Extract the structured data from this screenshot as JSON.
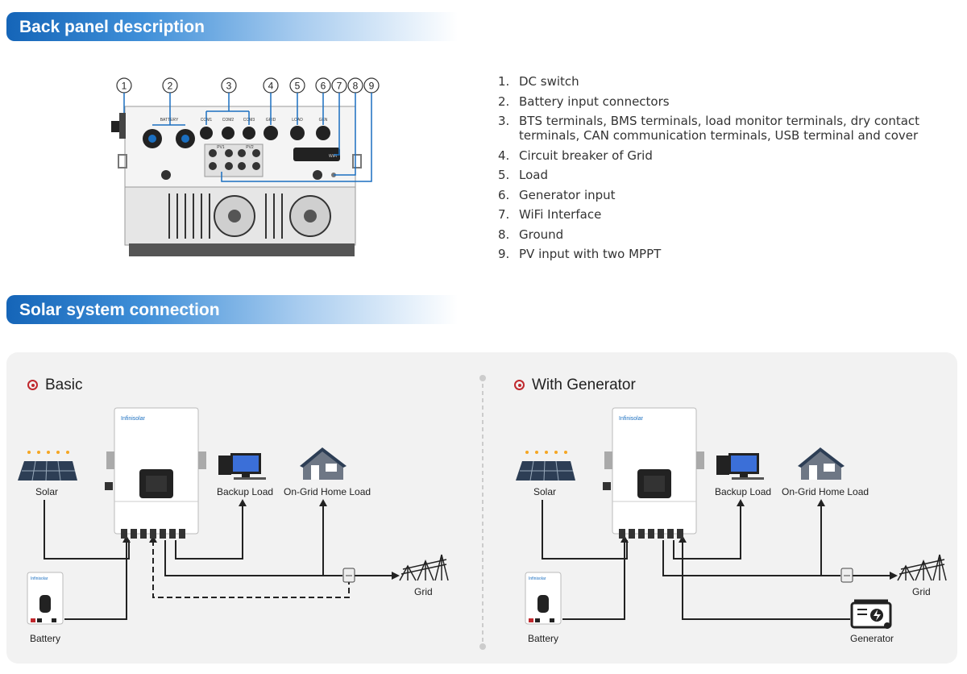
{
  "headers": {
    "back_panel": "Back panel description",
    "solar_connection": "Solar system connection"
  },
  "back_panel": {
    "callouts": [
      "1",
      "2",
      "3",
      "4",
      "5",
      "6",
      "7",
      "8",
      "9"
    ],
    "port_labels": {
      "battery": "BATTERY",
      "com1": "COM1",
      "com2": "COM2",
      "com3": "COM3",
      "grid": "GRID",
      "load": "LOAD",
      "gen": "GEN",
      "pv1": "PV1",
      "pv2": "PV2",
      "wifi": "WiFi"
    },
    "items": [
      {
        "num": "1.",
        "text": "DC switch"
      },
      {
        "num": "2.",
        "text": "Battery input connectors"
      },
      {
        "num": "3.",
        "text": "BTS terminals, BMS terminals, load monitor terminals, dry contact terminals, CAN communication terminals, USB terminal and cover"
      },
      {
        "num": "4.",
        "text": "Circuit breaker of Grid"
      },
      {
        "num": "5.",
        "text": "Load"
      },
      {
        "num": "6.",
        "text": "Generator input"
      },
      {
        "num": "7.",
        "text": "WiFi Interface"
      },
      {
        "num": "8.",
        "text": "Ground"
      },
      {
        "num": "9.",
        "text": "PV input with two MPPT"
      }
    ]
  },
  "basic": {
    "title": "Basic",
    "brand": "Infinisolar",
    "labels": {
      "solar": "Solar",
      "backup": "Backup Load",
      "home": "On-Grid Home Load",
      "grid": "Grid",
      "battery": "Battery"
    }
  },
  "generator": {
    "title": "With Generator",
    "brand": "Infinisolar",
    "labels": {
      "solar": "Solar",
      "backup": "Backup Load",
      "home": "On-Grid Home Load",
      "grid": "Grid",
      "battery": "Battery",
      "generator": "Generator"
    }
  },
  "colors": {
    "header_start": "#1565b8",
    "accent_red": "#c0282d",
    "callout_line": "#1b6fc0"
  }
}
